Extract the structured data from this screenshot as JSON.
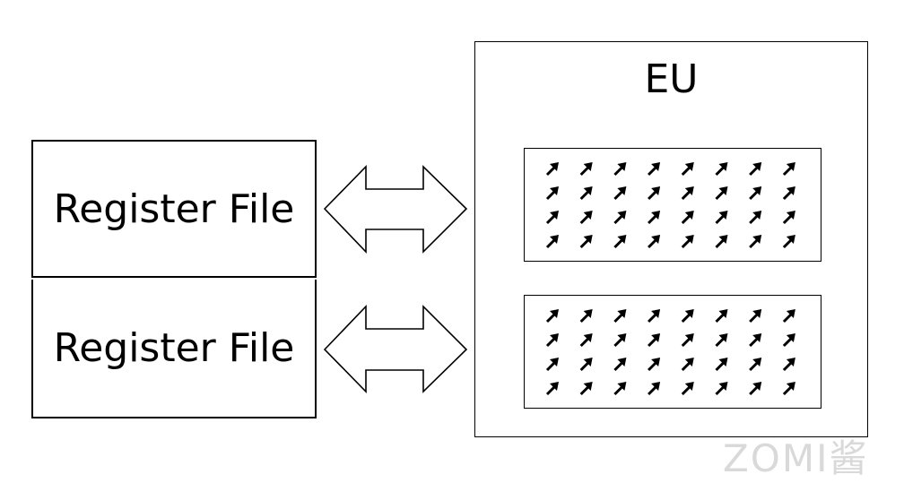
{
  "register_files": [
    {
      "label": "Register File"
    },
    {
      "label": "Register File"
    }
  ],
  "execution_unit": {
    "title": "EU",
    "core_blocks": [
      {
        "rows": 4,
        "cols": 8
      },
      {
        "rows": 4,
        "cols": 8
      }
    ]
  },
  "connections": [
    {
      "from": "register-file-1",
      "to": "eu",
      "direction": "bidirectional"
    },
    {
      "from": "register-file-2",
      "to": "eu",
      "direction": "bidirectional"
    }
  ],
  "watermark": {
    "text": "ZOMI酱"
  },
  "colors": {
    "stroke": "#000000",
    "fill": "#ffffff",
    "watermark": "#d9d9d9"
  }
}
